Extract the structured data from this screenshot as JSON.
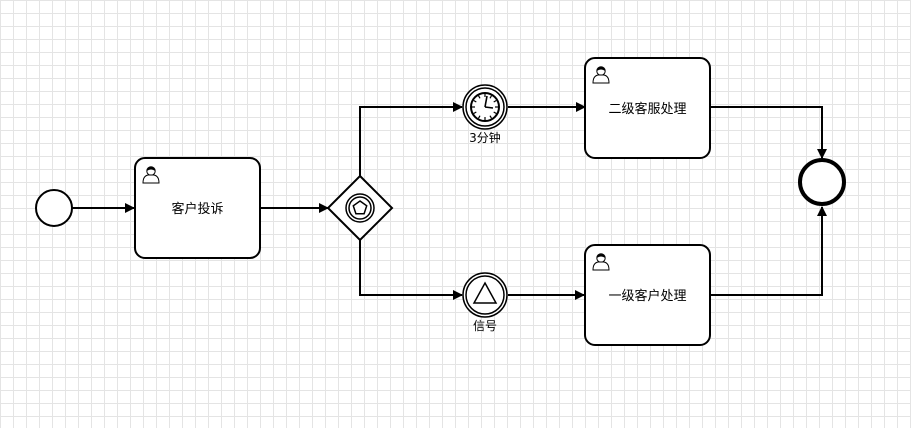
{
  "diagram": {
    "colors": {
      "stroke": "#000000",
      "fill": "#ffffff"
    },
    "start_event": {
      "icon": "start-event-circle"
    },
    "tasks": [
      {
        "id": "task1",
        "label": "客户投诉",
        "icon": "user-icon"
      },
      {
        "id": "task2",
        "label": "二级客服处理",
        "icon": "user-icon"
      },
      {
        "id": "task3",
        "label": "一级客户处理",
        "icon": "user-icon"
      }
    ],
    "gateway": {
      "icon": "event-based-gateway-pentagon-icon"
    },
    "timer_event": {
      "label": "3分钟",
      "icon": "clock-icon"
    },
    "signal_event": {
      "label": "信号",
      "icon": "signal-triangle-icon"
    },
    "end_event": {
      "icon": "end-event-circle"
    }
  }
}
